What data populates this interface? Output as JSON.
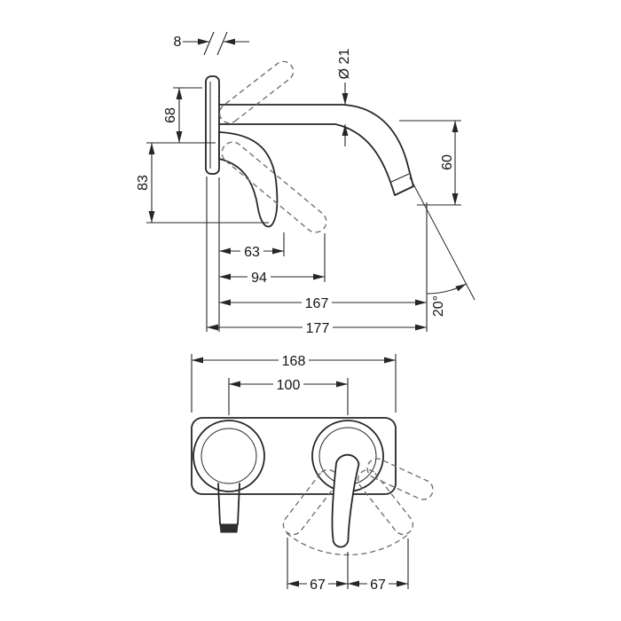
{
  "side_view": {
    "plate_thickness": "8",
    "upper_offset": "68",
    "lever_drop": "83",
    "spout_diameter": "Ø 21",
    "outlet_drop": "60",
    "lever_reach": "63",
    "lever_swing_reach": "94",
    "spout_reach": "167",
    "total_projection": "177",
    "outlet_angle": "20°"
  },
  "front_view": {
    "plate_width": "168",
    "hole_distance": "100",
    "swing_left": "67",
    "swing_right": "67"
  }
}
